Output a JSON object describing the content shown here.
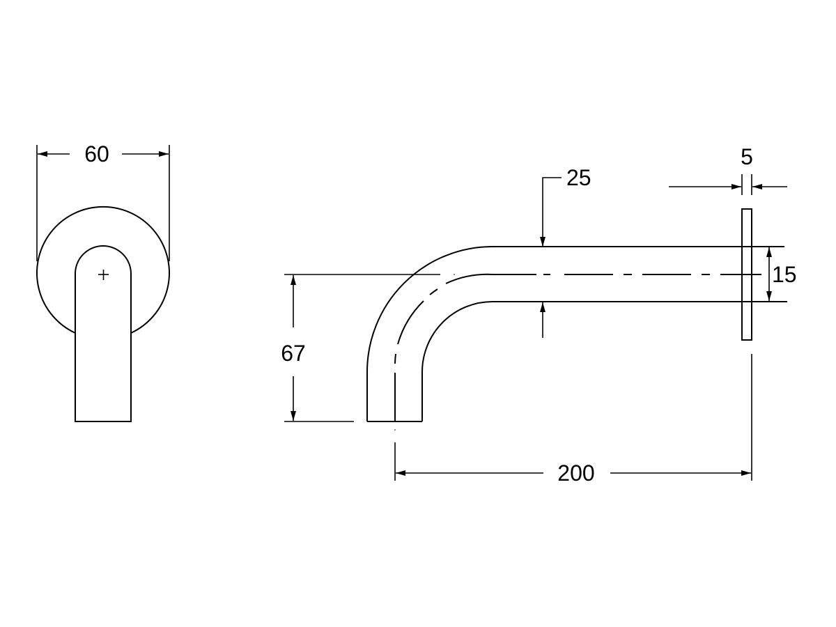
{
  "drawing": {
    "title": "Wall spout technical drawing",
    "colors": {
      "line": "#000000",
      "background": "#ffffff"
    },
    "front_view": {
      "dimensions": {
        "width_label": "60"
      }
    },
    "side_view": {
      "dimensions": {
        "pipe_diameter_label": "25",
        "flange_thickness_label": "5",
        "flange_offset_label": "15",
        "drop_height_label": "67",
        "projection_length_label": "200"
      }
    }
  }
}
